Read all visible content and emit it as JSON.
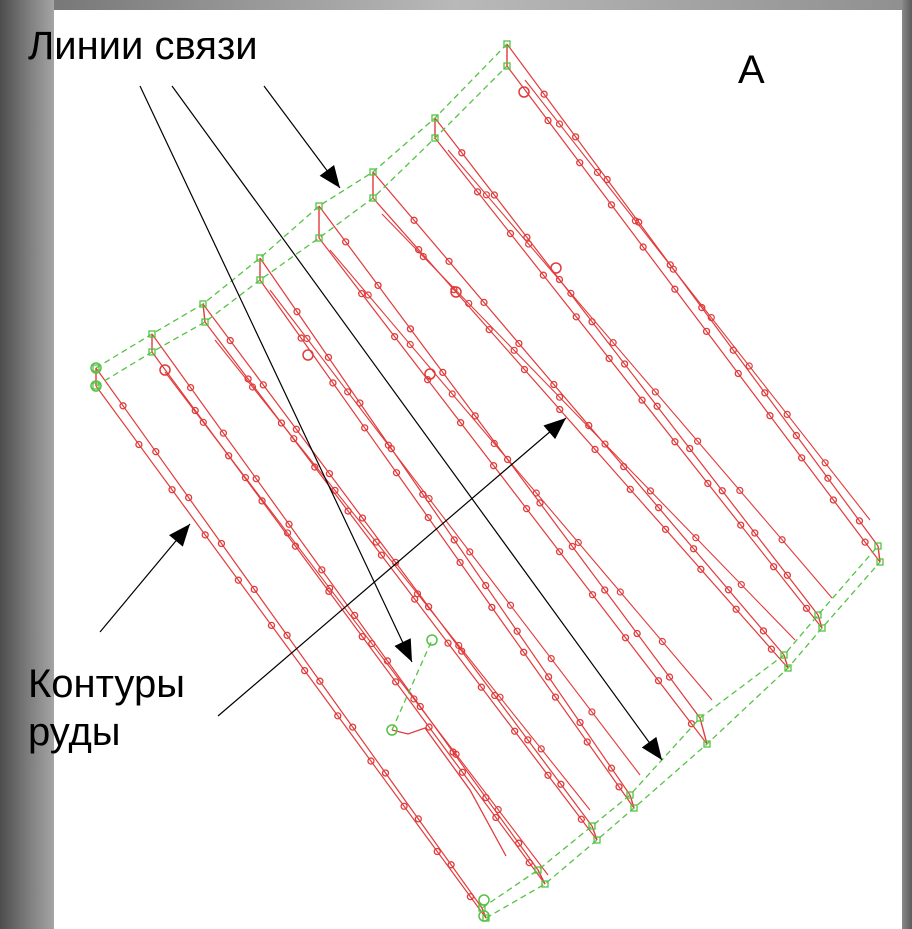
{
  "labels": {
    "connection_lines": "Линии связи",
    "ore_contours_line1": "Контуры",
    "ore_contours_line2": "руды",
    "panel_letter": "А"
  },
  "colors": {
    "contour": "#e23a3a",
    "link": "#55c244",
    "pointer": "#000000",
    "background": "#ffffff"
  }
}
